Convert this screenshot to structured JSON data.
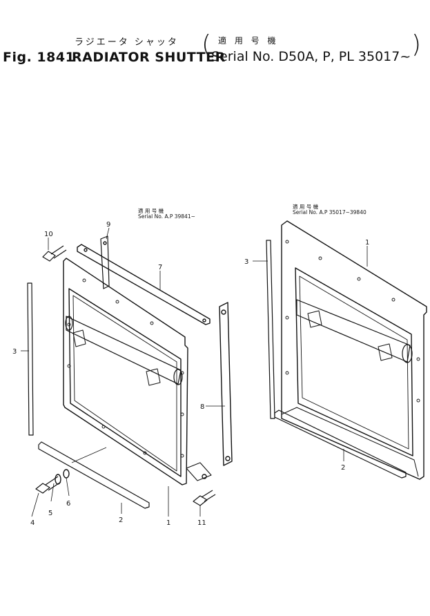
{
  "header": {
    "jp_title": "ラジエータ シャッタ",
    "jp_applicable": "適 用 号 機",
    "fig_no": "Fig. 1841",
    "title_en": "RADIATOR SHUTTER",
    "serial": "Serial No. D50A, P, PL 35017~"
  },
  "left_note": {
    "jp": "適 用 号 機",
    "serial": "Serial No. A.P 39841~"
  },
  "right_note": {
    "jp": "適 用 号 機",
    "serial": "Serial No. A.P 35017~39840"
  },
  "callouts": {
    "c10": "10",
    "c9": "9",
    "c7": "7",
    "c3a": "3",
    "c8": "8",
    "c4": "4",
    "c5": "5",
    "c6": "6",
    "c2a": "2",
    "c1": "1",
    "c11": "11",
    "c3b": "3",
    "c1b": "1",
    "c2b": "2"
  }
}
